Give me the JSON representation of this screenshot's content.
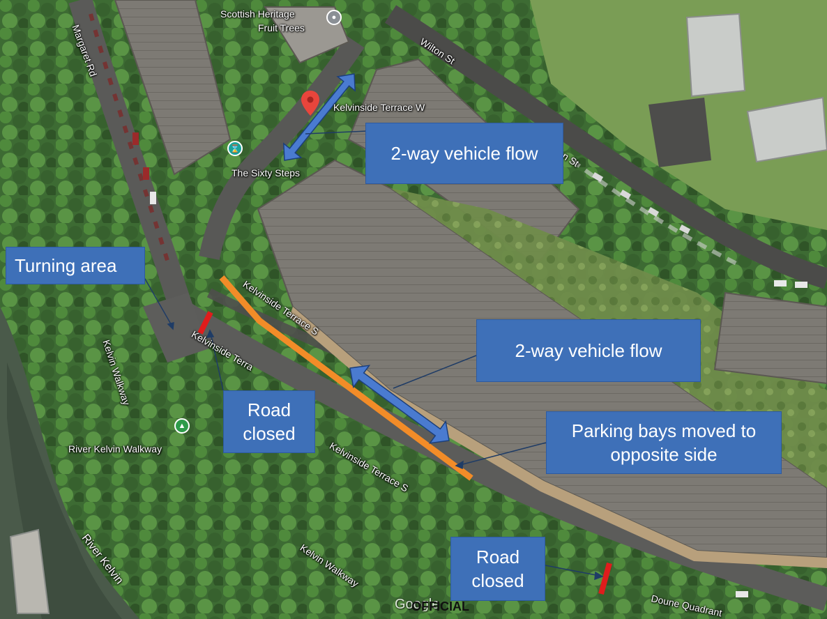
{
  "colors": {
    "callout_fill": "#3e70b8",
    "arrow_fill": "#4a7bd0",
    "orange_line": "#f28c28",
    "red_marker": "#e01c1c",
    "poi_teal": "#1aa39a",
    "poi_green": "#2e9b4a",
    "poi_gray": "#8a8f95",
    "pin_red": "#e8453c"
  },
  "map": {
    "street_labels": {
      "margaret_rd": "Margaret Rd",
      "wilton_st": "Wilton St",
      "wilton_st_lower": "n St",
      "kelvinside_terrace_w": "Kelvinside Terrace W",
      "kelvinside_terrace_s_1": "Kelvinside Terrace S",
      "kelvinside_terrace_s_2": "Kelvinside Terra",
      "kelvinside_terrace_s_3": "Kelvinside Terrace S",
      "kelvin_walkway_1": "Kelvin Walkway",
      "kelvin_walkway_2": "Kelvin Walkway",
      "doune_quadrant": "Doune Quadrant",
      "river_kelvin": "River Kelvin"
    },
    "poi": {
      "fruit_trees_line1": "Scottish Heritage",
      "fruit_trees_line2": "Fruit Trees",
      "sixty_steps": "The Sixty Steps",
      "river_walkway": "River Kelvin Walkway"
    },
    "icons": [
      "place-pin-icon",
      "stairs-icon",
      "tree-icon",
      "location-pin-icon"
    ],
    "watermark": "Google",
    "overlay_stamp": "OFFICIAL"
  },
  "annotations": {
    "two_way_top": "2-way vehicle flow",
    "two_way_middle": "2-way vehicle flow",
    "turning_area": "Turning area",
    "road_closed_left_line1": "Road",
    "road_closed_left_line2": "closed",
    "parking_line1": "Parking bays moved to",
    "parking_line2": "opposite side",
    "road_closed_bottom_line1": "Road",
    "road_closed_bottom_line2": "closed"
  }
}
